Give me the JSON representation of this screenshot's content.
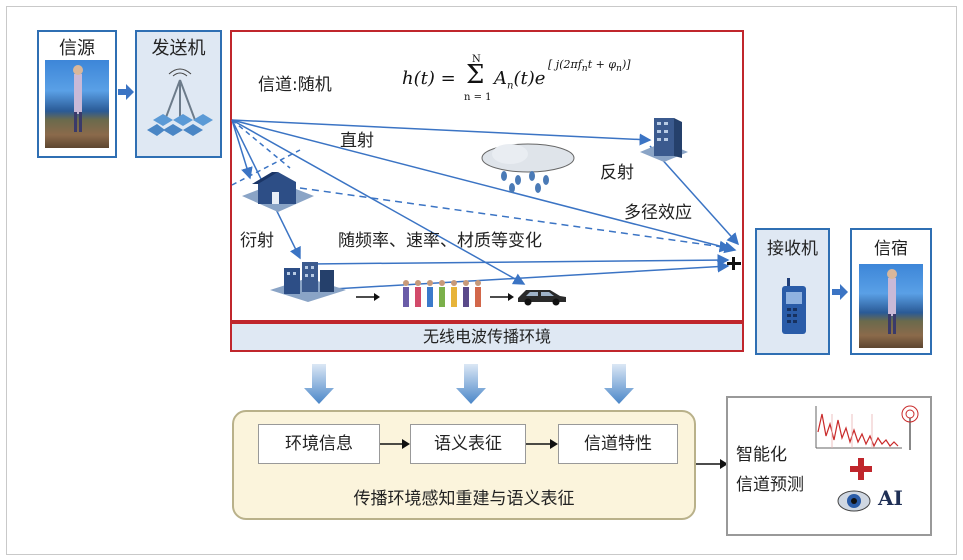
{
  "source": {
    "label": "信源"
  },
  "transmitter": {
    "label": "发送机"
  },
  "channel": {
    "label": "信道:随机",
    "formula": "h(t) = Σ_{n=1}^{N} A_n(t) e^{[j(2πf_n t + φ_n)]}",
    "direct": "直射",
    "reflection": "反射",
    "multipath": "多径效应",
    "diffraction": "衍射",
    "variation": "随频率、速率、材质等变化",
    "environment": "无线电波传播环境"
  },
  "receiver": {
    "label": "接收机"
  },
  "sink": {
    "label": "信宿"
  },
  "flow": {
    "steps": [
      "环境信息",
      "语义表征",
      "信道特性"
    ],
    "title": "传播环境感知重建与语义表征"
  },
  "prediction": {
    "line1": "智能化",
    "line2": "信道预测",
    "ai_text": "AI"
  },
  "colors": {
    "arrow_blue": "#3b74c4",
    "red": "#c0262c",
    "panel_blue": "#dfe8f3",
    "yellow": "#fbf4dc"
  }
}
